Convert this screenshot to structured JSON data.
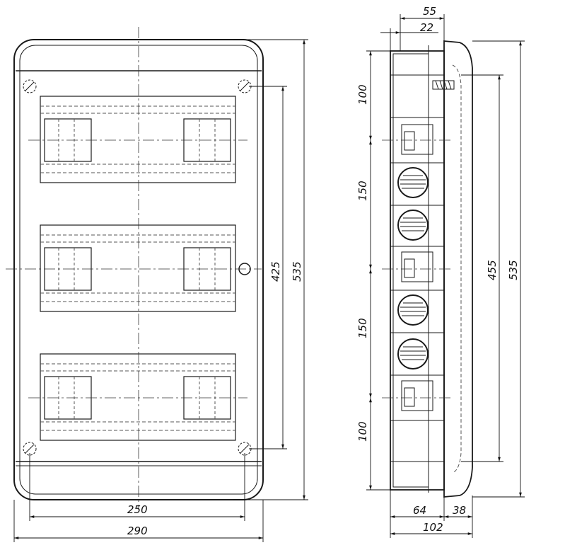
{
  "front_view": {
    "dimensions": {
      "inner_width": "250",
      "outer_width": "290",
      "mount_height": "425",
      "total_height": "535"
    }
  },
  "side_view": {
    "dimensions": {
      "depth_total": "55",
      "depth_rear": "22",
      "spacing_top": "100",
      "spacing_upper": "150",
      "spacing_lower": "150",
      "spacing_bottom": "100",
      "inner_height": "455",
      "total_height": "535",
      "base_depth": "64",
      "door_depth": "38",
      "overall_depth": "102"
    }
  },
  "colors": {
    "line": "#1a1a1a",
    "hidden": "#555555",
    "background": "#ffffff"
  }
}
